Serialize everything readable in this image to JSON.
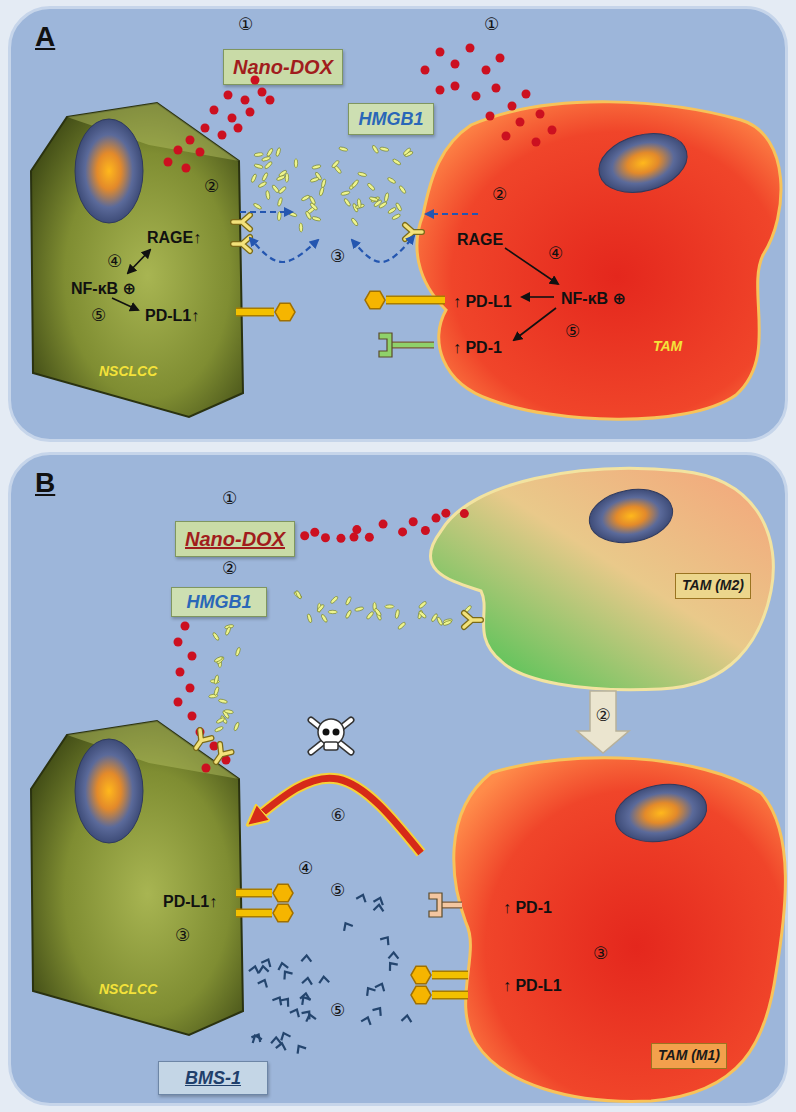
{
  "diagram": {
    "nodes": [
      {
        "text": [
          "A"
        ]
      },
      {
        "text": [
          "Nano-DOX"
        ],
        "in": 0
      },
      {
        "text": [
          "HMGB1"
        ],
        "in": 0
      },
      {
        "text": [
          "RAGE↑",
          "④",
          "NF-κB ⊕",
          "⑤",
          "PD-L1↑",
          "NSCLCC"
        ],
        "in": 0
      },
      {
        "text": [
          "RAGE",
          "④",
          "↑ PD-L1",
          "NF-κB ⊕",
          "⑤",
          "↑ PD-1",
          "TAM"
        ],
        "in": 0
      },
      {
        "text": [
          "B"
        ]
      },
      {
        "text": [
          "Nano-DOX"
        ],
        "in": 5
      },
      {
        "text": [
          "HMGB1"
        ],
        "in": 5
      },
      {
        "text": [
          "TAM (M2)"
        ],
        "in": 5
      },
      {
        "text": [
          "PD-L1↑",
          "③",
          "NSCLCC"
        ],
        "in": 5
      },
      {
        "text": [
          "↑ PD-1",
          "③",
          "↑ PD-L1",
          "TAM (M1)"
        ],
        "in": 5
      },
      {
        "text": [
          "BMS-1"
        ],
        "in": 5
      }
    ],
    "edges": [
      {
        "from": 8,
        "to": 10,
        "arrow": "to",
        "label": "②"
      },
      {
        "from": 10,
        "to": 9,
        "arrow": "to",
        "label": "⑥"
      }
    ],
    "labels": [
      "①",
      "①",
      "②",
      "②",
      "③",
      "①",
      "②",
      "④",
      "⑤",
      "⑤"
    ]
  }
}
